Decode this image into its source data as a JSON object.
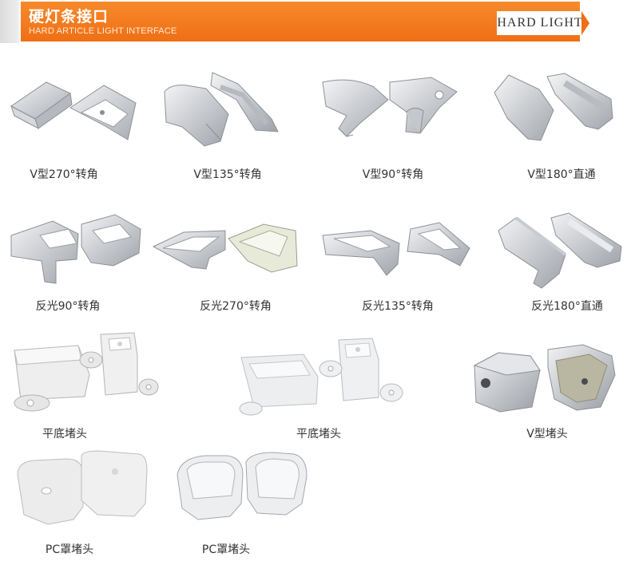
{
  "header": {
    "title": "硬灯条接口",
    "subtitle": "HARD ARTICLE LIGHT INTERFACE",
    "tag": "HARD LIGHT",
    "accent_color": "#ef6f14"
  },
  "products": [
    {
      "label": "V型270°转角",
      "icon": "v-270-corner-connector-icon"
    },
    {
      "label": "V型135°转角",
      "icon": "v-135-corner-connector-icon"
    },
    {
      "label": "V型90°转角",
      "icon": "v-90-corner-connector-icon"
    },
    {
      "label": "V型180°直通",
      "icon": "v-180-straight-connector-icon"
    },
    {
      "label": "反光90°转角",
      "icon": "reflective-90-corner-connector-icon"
    },
    {
      "label": "反光270°转角",
      "icon": "reflective-270-corner-connector-icon"
    },
    {
      "label": "反光135°转角",
      "icon": "reflective-135-corner-connector-icon"
    },
    {
      "label": "反光180°直通",
      "icon": "reflective-180-straight-connector-icon"
    },
    {
      "label": "平底堵头",
      "icon": "flat-bottom-end-cap-white-icon"
    },
    {
      "label": "平底堵头",
      "icon": "flat-bottom-end-cap-clear-icon"
    },
    {
      "label": "V型堵头",
      "icon": "v-end-cap-icon"
    },
    {
      "label": "PC罩堵头",
      "icon": "pc-cover-end-cap-frosted-icon"
    },
    {
      "label": "PC罩堵头",
      "icon": "pc-cover-end-cap-clear-icon"
    }
  ]
}
